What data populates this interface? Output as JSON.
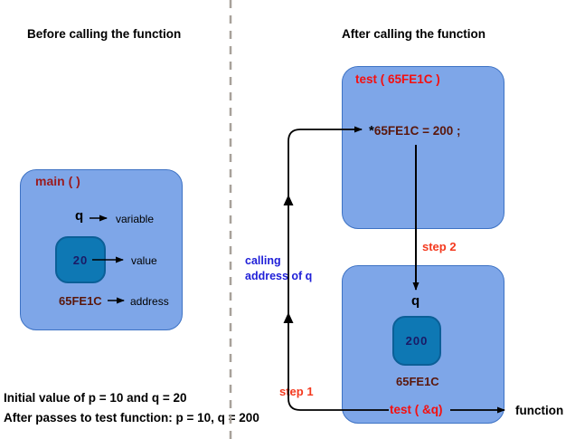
{
  "titles": {
    "before": "Before calling the function",
    "after": "After calling the function"
  },
  "before_box": {
    "header": "main ( )",
    "variable_name": "q",
    "variable_label": "variable",
    "value": "20",
    "value_label": "value",
    "address": "65FE1C",
    "address_label": "address"
  },
  "after_top_box": {
    "header": "test ( 65FE1C )",
    "statement_star": "*",
    "statement": "65FE1C = 200 ;"
  },
  "after_bottom_box": {
    "variable_name": "q",
    "value": "200",
    "address": "65FE1C",
    "call": "test ( &q)"
  },
  "labels": {
    "step1": "step 1",
    "step2": "step 2",
    "calling_line1": "calling",
    "calling_line2": "address of q",
    "function": "function"
  },
  "footer": {
    "line1": "Initial value of p = 10 and q = 20",
    "line2": "After passes to test function: p = 10, q = 200"
  },
  "colors": {
    "box_fill": "#7ea6e8",
    "box_border": "#3d72c4",
    "inner_box_fill": "#0e78b4",
    "inner_box_border": "#0b5f97",
    "header_dark_red": "#9a1b1e",
    "address_maroon": "#5a170b",
    "value_navy": "#1a1a66",
    "test_red": "#f50f0f",
    "step_red": "#f4391e",
    "calling_blue": "#2020d8",
    "divider_gray": "#a8a19a",
    "arrow_black": "#000000"
  }
}
